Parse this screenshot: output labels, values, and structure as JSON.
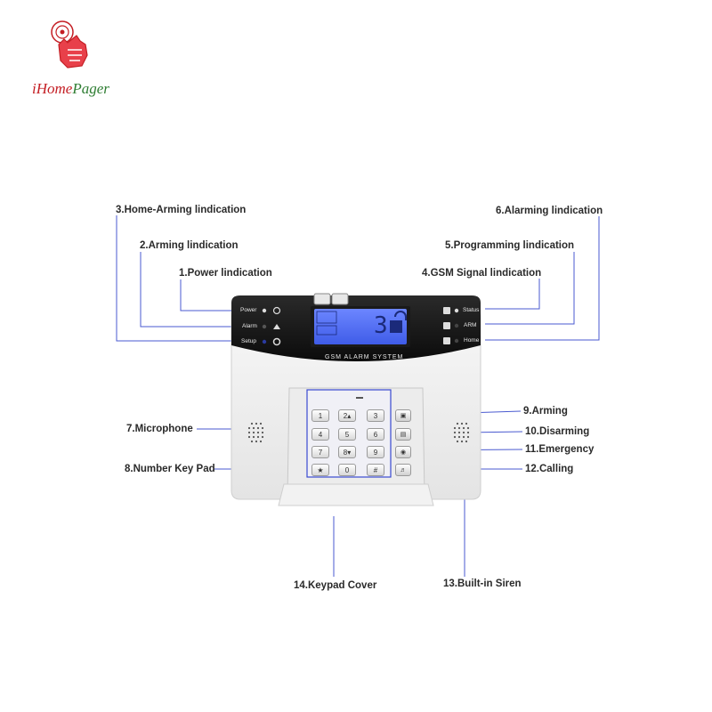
{
  "brand": {
    "prefix": "iHome",
    "suffix": "Pager"
  },
  "callouts": {
    "home_arming": "3.Home-Arming lindication",
    "arming": "2.Arming lindication",
    "power": "1.Power lindication",
    "alarming": "6.Alarming lindication",
    "programming": "5.Programming lindication",
    "gsm": "4.GSM Signal lindication",
    "microphone": "7.Microphone",
    "keypad": "8.Number Key Pad",
    "arm_key": "9.Arming",
    "disarm_key": "10.Disarming",
    "emergency": "11.Emergency",
    "calling": "12.Calling",
    "siren": "13.Built-in Siren",
    "cover": "14.Keypad Cover"
  },
  "device": {
    "title": "GSM ALARM SYSTEM",
    "left_labels": [
      "Power",
      "Alarm",
      "Setup"
    ],
    "right_labels": [
      "Status",
      "ARM",
      "Home"
    ],
    "lcd_digit": "3",
    "keys": [
      "1",
      "2▴",
      "3",
      "4",
      "5",
      "6",
      "7",
      "8▾",
      "9",
      "★",
      "0",
      "#"
    ]
  },
  "colors": {
    "brand_red": "#c41e24",
    "brand_green": "#2e7d32",
    "leader": "#4a5ad0",
    "lcd": "#4f6ff0"
  }
}
